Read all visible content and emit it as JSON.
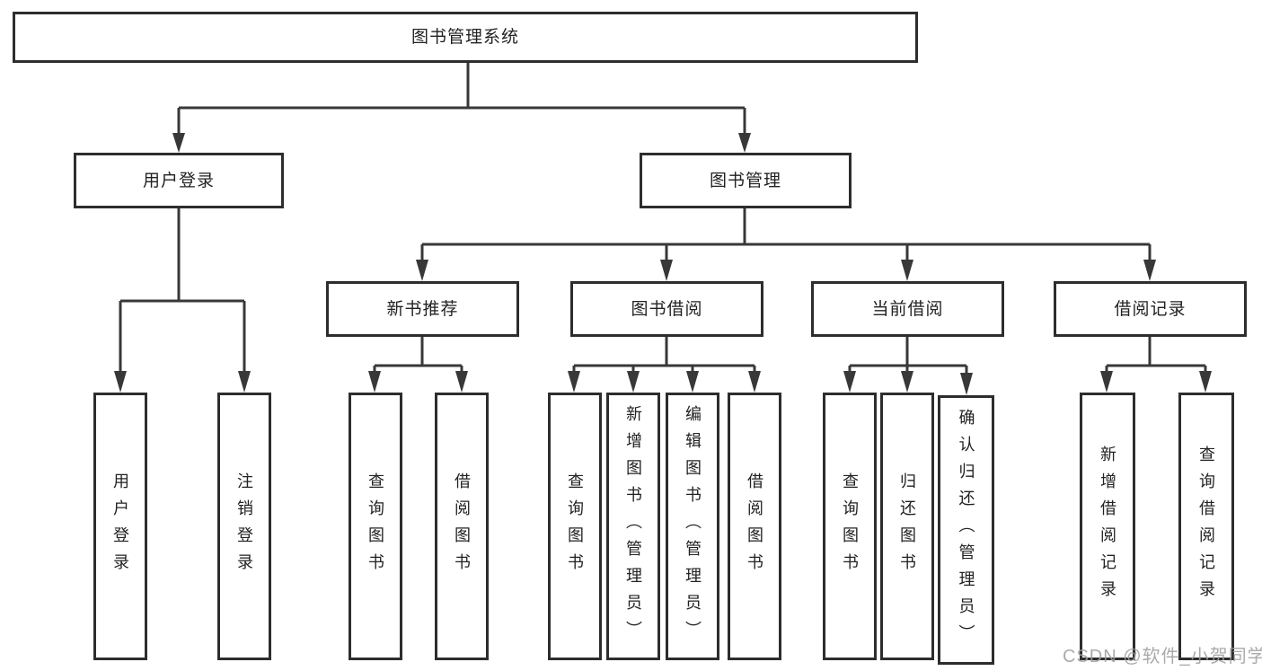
{
  "colors": {
    "border": "#2d2d2d",
    "line": "#383838",
    "text": "#222222",
    "watermark": "#9f9f9f",
    "bg": "#ffffff"
  },
  "tree": {
    "label": "图书管理系统",
    "children": [
      {
        "label": "用户登录",
        "children": [
          {
            "label": "用户登录"
          },
          {
            "label": "注销登录"
          }
        ]
      },
      {
        "label": "图书管理",
        "children": [
          {
            "label": "新书推荐",
            "children": [
              {
                "label": "查询图书"
              },
              {
                "label": "借阅图书"
              }
            ]
          },
          {
            "label": "图书借阅",
            "children": [
              {
                "label": "查询图书"
              },
              {
                "label": "新增图书（管理员）"
              },
              {
                "label": "编辑图书（管理员）"
              },
              {
                "label": "借阅图书"
              }
            ]
          },
          {
            "label": "当前借阅",
            "children": [
              {
                "label": "查询图书"
              },
              {
                "label": "归还图书"
              },
              {
                "label": "确认归还（管理员）"
              }
            ]
          },
          {
            "label": "借阅记录",
            "children": [
              {
                "label": "新增借阅记录"
              },
              {
                "label": "查询借阅记录"
              }
            ]
          }
        ]
      }
    ]
  },
  "watermark": {
    "text": "CSDN @软件_小贺同学"
  }
}
